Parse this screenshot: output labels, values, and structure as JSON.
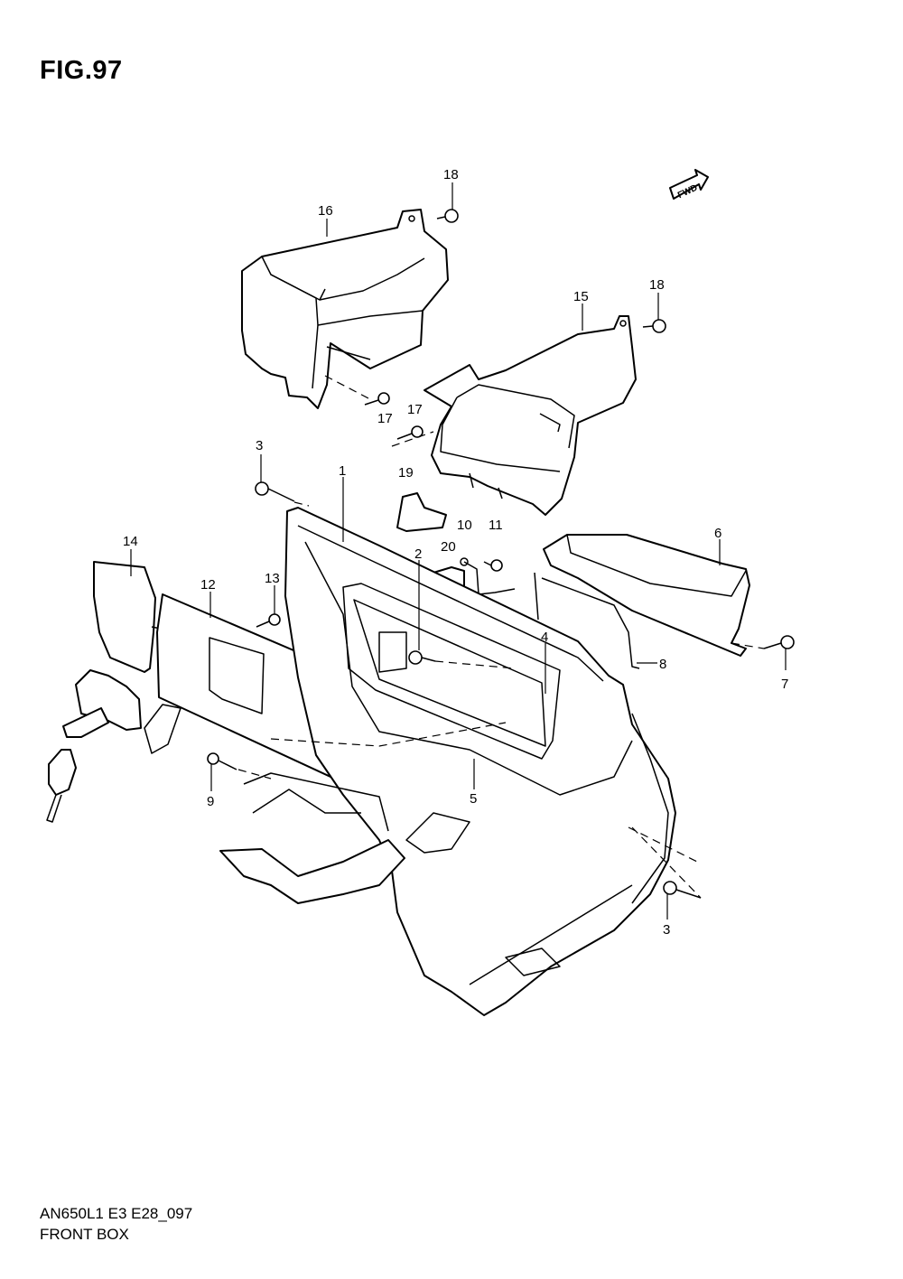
{
  "figure": {
    "title": "FIG.97",
    "code": "AN650L1 E3 E28_097",
    "name": "FRONT BOX",
    "fwd_label": "FWD"
  },
  "callouts": {
    "c1": "1",
    "c2": "2",
    "c3a": "3",
    "c3b": "3",
    "c4": "4",
    "c5": "5",
    "c6": "6",
    "c7": "7",
    "c8": "8",
    "c9": "9",
    "c10": "10",
    "c11": "11",
    "c12": "12",
    "c13": "13",
    "c14": "14",
    "c15": "15",
    "c16": "16",
    "c17a": "17",
    "c17b": "17",
    "c18a": "18",
    "c18b": "18",
    "c19": "19",
    "c20": "20"
  }
}
